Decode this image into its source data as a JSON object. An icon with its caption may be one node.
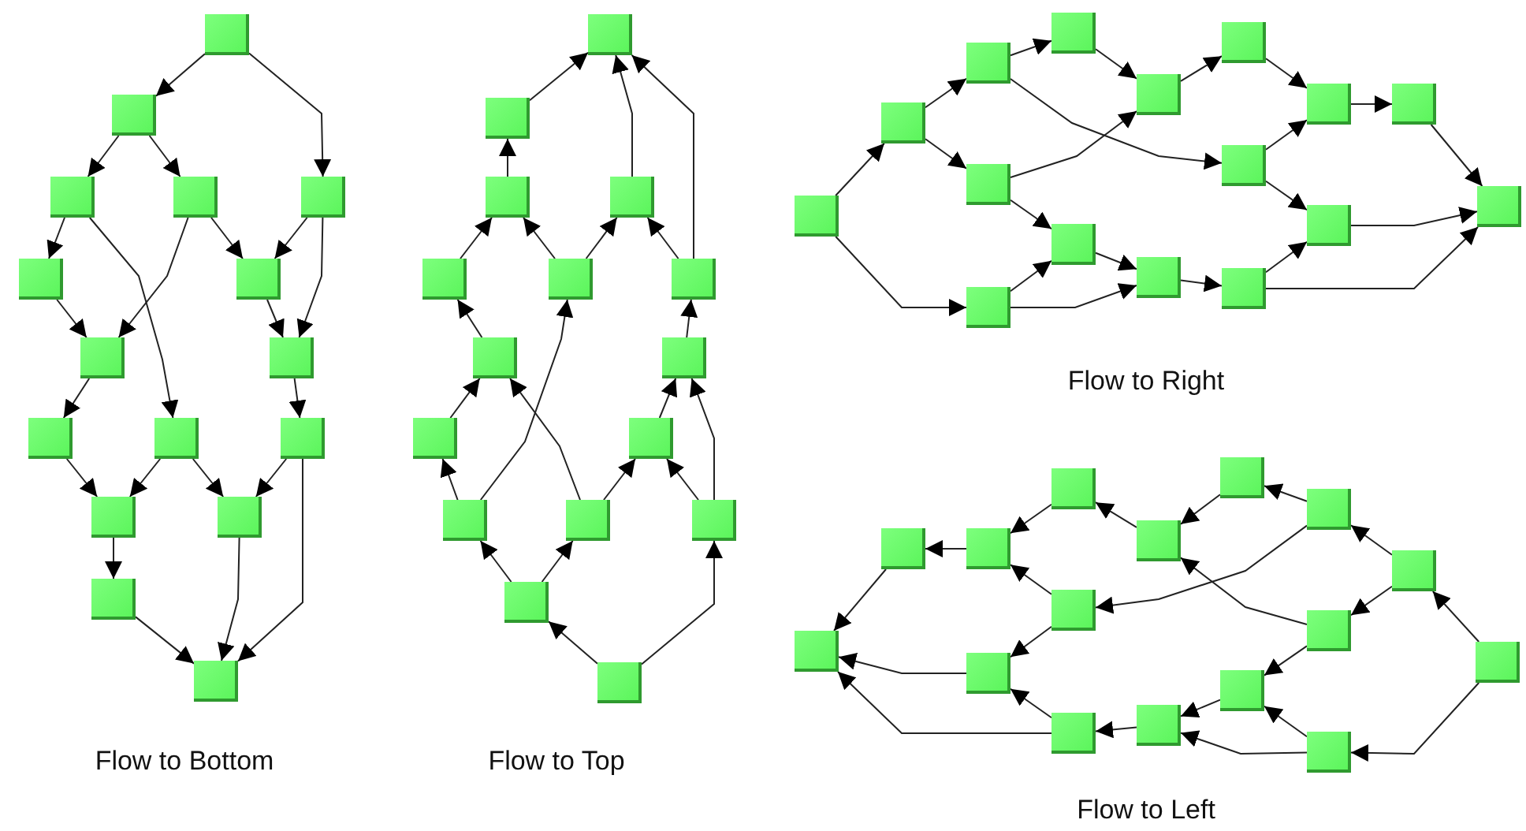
{
  "diagram": {
    "nodes": [
      {
        "text": [],
        "shape": "box"
      },
      {
        "text": [],
        "shape": "box"
      },
      {
        "text": [],
        "shape": "box"
      },
      {
        "text": [],
        "shape": "box"
      },
      {
        "text": [],
        "shape": "box"
      },
      {
        "text": [],
        "shape": "box"
      },
      {
        "text": [],
        "shape": "box"
      },
      {
        "text": [],
        "shape": "box"
      },
      {
        "text": [],
        "shape": "box"
      },
      {
        "text": [],
        "shape": "box"
      },
      {
        "text": [],
        "shape": "box"
      },
      {
        "text": [],
        "shape": "box"
      },
      {
        "text": [],
        "shape": "box"
      },
      {
        "text": [],
        "shape": "box"
      },
      {
        "text": [],
        "shape": "box"
      },
      {
        "text": [],
        "shape": "box"
      },
      {
        "text": [],
        "shape": "box"
      },
      {
        "text": [],
        "shape": "box"
      },
      {
        "text": [],
        "shape": "box"
      },
      {
        "text": [],
        "shape": "box"
      },
      {
        "text": [],
        "shape": "box"
      },
      {
        "text": [],
        "shape": "box"
      },
      {
        "text": [],
        "shape": "box"
      },
      {
        "text": [],
        "shape": "box"
      },
      {
        "text": [],
        "shape": "box"
      },
      {
        "text": [],
        "shape": "box"
      },
      {
        "text": [],
        "shape": "box"
      },
      {
        "text": [],
        "shape": "box"
      },
      {
        "text": [],
        "shape": "box"
      },
      {
        "text": [],
        "shape": "box"
      },
      {
        "text": [],
        "shape": "box"
      },
      {
        "text": [],
        "shape": "box"
      },
      {
        "text": [],
        "shape": "box"
      },
      {
        "text": [],
        "shape": "box"
      },
      {
        "text": [],
        "shape": "box"
      },
      {
        "text": [],
        "shape": "box"
      },
      {
        "text": [],
        "shape": "box"
      },
      {
        "text": [],
        "shape": "box"
      },
      {
        "text": [],
        "shape": "box"
      },
      {
        "text": [],
        "shape": "box"
      },
      {
        "text": [],
        "shape": "box"
      },
      {
        "text": [],
        "shape": "box"
      },
      {
        "text": [],
        "shape": "box"
      },
      {
        "text": [],
        "shape": "box"
      },
      {
        "text": [],
        "shape": "box"
      },
      {
        "text": [],
        "shape": "box"
      },
      {
        "text": [],
        "shape": "box"
      },
      {
        "text": [],
        "shape": "box"
      },
      {
        "text": [],
        "shape": "box"
      },
      {
        "text": [],
        "shape": "box"
      },
      {
        "text": [],
        "shape": "box"
      },
      {
        "text": [],
        "shape": "box"
      },
      {
        "text": [],
        "shape": "box"
      },
      {
        "text": [],
        "shape": "box"
      },
      {
        "text": [],
        "shape": "box"
      },
      {
        "text": [],
        "shape": "box"
      },
      {
        "text": [],
        "shape": "box"
      },
      {
        "text": [],
        "shape": "box"
      },
      {
        "text": [],
        "shape": "box"
      },
      {
        "text": [],
        "shape": "box"
      },
      {
        "text": [],
        "shape": "box"
      },
      {
        "text": [],
        "shape": "box"
      },
      {
        "text": [],
        "shape": "box"
      },
      {
        "text": [],
        "shape": "box"
      }
    ],
    "edges": [
      {
        "from": 0,
        "to": 1,
        "arrow": "to"
      },
      {
        "from": 0,
        "to": 4,
        "arrow": "to"
      },
      {
        "from": 1,
        "to": 2,
        "arrow": "to"
      },
      {
        "from": 1,
        "to": 3,
        "arrow": "to"
      },
      {
        "from": 2,
        "to": 5,
        "arrow": "to"
      },
      {
        "from": 2,
        "to": 10,
        "arrow": "to"
      },
      {
        "from": 3,
        "to": 7,
        "arrow": "to"
      },
      {
        "from": 3,
        "to": 6,
        "arrow": "to"
      },
      {
        "from": 4,
        "to": 6,
        "arrow": "to"
      },
      {
        "from": 4,
        "to": 8,
        "arrow": "to"
      },
      {
        "from": 5,
        "to": 7,
        "arrow": "to"
      },
      {
        "from": 6,
        "to": 8,
        "arrow": "to"
      },
      {
        "from": 7,
        "to": 9,
        "arrow": "to"
      },
      {
        "from": 8,
        "to": 11,
        "arrow": "to"
      },
      {
        "from": 9,
        "to": 12,
        "arrow": "to"
      },
      {
        "from": 10,
        "to": 12,
        "arrow": "to"
      },
      {
        "from": 10,
        "to": 13,
        "arrow": "to"
      },
      {
        "from": 11,
        "to": 13,
        "arrow": "to"
      },
      {
        "from": 12,
        "to": 14,
        "arrow": "to"
      },
      {
        "from": 13,
        "to": 15,
        "arrow": "to"
      },
      {
        "from": 11,
        "to": 15,
        "arrow": "to"
      },
      {
        "from": 14,
        "to": 15,
        "arrow": "to"
      },
      {
        "from": 17,
        "to": 16,
        "arrow": "to"
      },
      {
        "from": 19,
        "to": 16,
        "arrow": "to"
      },
      {
        "from": 22,
        "to": 16,
        "arrow": "to"
      },
      {
        "from": 18,
        "to": 17,
        "arrow": "to"
      },
      {
        "from": 20,
        "to": 18,
        "arrow": "to"
      },
      {
        "from": 21,
        "to": 18,
        "arrow": "to"
      },
      {
        "from": 21,
        "to": 19,
        "arrow": "to"
      },
      {
        "from": 22,
        "to": 19,
        "arrow": "to"
      },
      {
        "from": 23,
        "to": 20,
        "arrow": "to"
      },
      {
        "from": 27,
        "to": 21,
        "arrow": "to"
      },
      {
        "from": 24,
        "to": 22,
        "arrow": "to"
      },
      {
        "from": 25,
        "to": 23,
        "arrow": "to"
      },
      {
        "from": 28,
        "to": 23,
        "arrow": "to"
      },
      {
        "from": 26,
        "to": 24,
        "arrow": "to"
      },
      {
        "from": 29,
        "to": 24,
        "arrow": "to"
      },
      {
        "from": 27,
        "to": 25,
        "arrow": "to"
      },
      {
        "from": 28,
        "to": 26,
        "arrow": "to"
      },
      {
        "from": 29,
        "to": 26,
        "arrow": "to"
      },
      {
        "from": 30,
        "to": 27,
        "arrow": "to"
      },
      {
        "from": 30,
        "to": 28,
        "arrow": "to"
      },
      {
        "from": 31,
        "to": 30,
        "arrow": "to"
      },
      {
        "from": 31,
        "to": 29,
        "arrow": "to"
      },
      {
        "from": 32,
        "to": 33,
        "arrow": "to"
      },
      {
        "from": 32,
        "to": 39,
        "arrow": "to"
      },
      {
        "from": 33,
        "to": 34,
        "arrow": "to"
      },
      {
        "from": 33,
        "to": 36,
        "arrow": "to"
      },
      {
        "from": 34,
        "to": 35,
        "arrow": "to"
      },
      {
        "from": 34,
        "to": 41,
        "arrow": "to"
      },
      {
        "from": 35,
        "to": 37,
        "arrow": "to"
      },
      {
        "from": 36,
        "to": 37,
        "arrow": "to"
      },
      {
        "from": 36,
        "to": 38,
        "arrow": "to"
      },
      {
        "from": 39,
        "to": 38,
        "arrow": "to"
      },
      {
        "from": 39,
        "to": 42,
        "arrow": "to"
      },
      {
        "from": 38,
        "to": 42,
        "arrow": "to"
      },
      {
        "from": 37,
        "to": 40,
        "arrow": "to"
      },
      {
        "from": 40,
        "to": 43,
        "arrow": "to"
      },
      {
        "from": 41,
        "to": 43,
        "arrow": "to"
      },
      {
        "from": 41,
        "to": 44,
        "arrow": "to"
      },
      {
        "from": 42,
        "to": 45,
        "arrow": "to"
      },
      {
        "from": 45,
        "to": 44,
        "arrow": "to"
      },
      {
        "from": 43,
        "to": 46,
        "arrow": "to"
      },
      {
        "from": 46,
        "to": 47,
        "arrow": "to"
      },
      {
        "from": 44,
        "to": 47,
        "arrow": "to"
      },
      {
        "from": 45,
        "to": 47,
        "arrow": "to"
      },
      {
        "from": 49,
        "to": 48,
        "arrow": "to"
      },
      {
        "from": 51,
        "to": 48,
        "arrow": "to"
      },
      {
        "from": 54,
        "to": 48,
        "arrow": "to"
      },
      {
        "from": 50,
        "to": 49,
        "arrow": "to"
      },
      {
        "from": 52,
        "to": 50,
        "arrow": "to"
      },
      {
        "from": 53,
        "to": 50,
        "arrow": "to"
      },
      {
        "from": 53,
        "to": 51,
        "arrow": "to"
      },
      {
        "from": 54,
        "to": 51,
        "arrow": "to"
      },
      {
        "from": 55,
        "to": 52,
        "arrow": "to"
      },
      {
        "from": 59,
        "to": 53,
        "arrow": "to"
      },
      {
        "from": 56,
        "to": 54,
        "arrow": "to"
      },
      {
        "from": 57,
        "to": 55,
        "arrow": "to"
      },
      {
        "from": 60,
        "to": 55,
        "arrow": "to"
      },
      {
        "from": 59,
        "to": 57,
        "arrow": "to"
      },
      {
        "from": 60,
        "to": 58,
        "arrow": "to"
      },
      {
        "from": 61,
        "to": 58,
        "arrow": "to"
      },
      {
        "from": 58,
        "to": 56,
        "arrow": "to"
      },
      {
        "from": 61,
        "to": 56,
        "arrow": "to"
      },
      {
        "from": 62,
        "to": 59,
        "arrow": "to"
      },
      {
        "from": 62,
        "to": 60,
        "arrow": "to"
      },
      {
        "from": 63,
        "to": 62,
        "arrow": "to"
      },
      {
        "from": 63,
        "to": 61,
        "arrow": "to"
      }
    ],
    "labels": [
      "Flow to Right",
      "Flow to Bottom",
      "Flow to Top",
      "Flow to Left"
    ]
  }
}
